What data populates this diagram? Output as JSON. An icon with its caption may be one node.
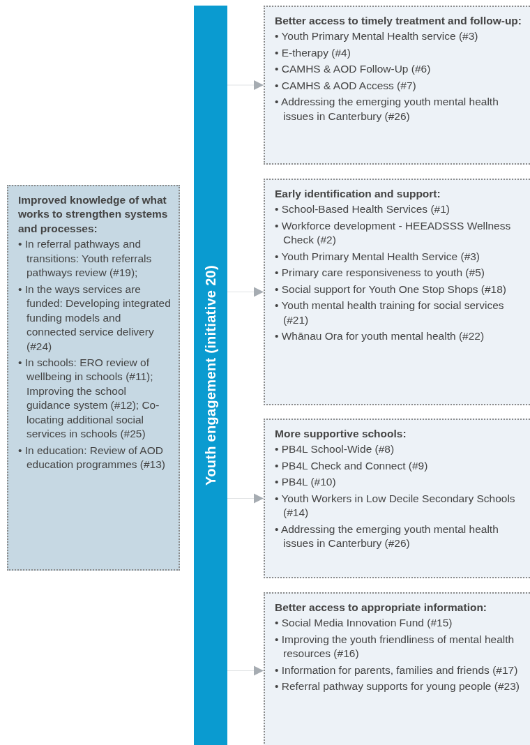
{
  "diagram": {
    "nodes": [
      {
        "text": [
          "Improved knowledge of what works to strengthen systems and processes:",
          "• In referral pathways and transitions: Youth referrals pathways review (#19);",
          "• In the ways services are funded: Developing integrated funding models and connected service delivery (#24)",
          "• In schools: ERO review of wellbeing in schools (#11); Improving the school guidance system (#12); Co-locating additional social services in schools (#25)",
          "• In education: Review of AOD education programmes (#13)"
        ]
      },
      {
        "text": [
          "Youth engagement (initiative 20)"
        ]
      },
      {
        "text": [
          "Better access to timely treatment and follow-up:",
          "• Youth Primary Mental Health service (#3)",
          "• E-therapy (#4)",
          "• CAMHS & AOD Follow-Up (#6)",
          "• CAMHS & AOD Access (#7)",
          "• Addressing the emerging youth mental health issues in Canterbury (#26)"
        ]
      },
      {
        "text": [
          "Early identification and support:",
          "• School-Based Health Services (#1)",
          "• Workforce development - HEEADSSS Wellness Check (#2)",
          "• Youth Primary Mental Health Service (#3)",
          "• Primary care responsiveness to youth (#5)",
          "• Social support for Youth One Stop Shops (#18)",
          "• Youth mental health training for social services (#21)",
          "• Whānau Ora for youth mental health (#22)"
        ]
      },
      {
        "text": [
          "More supportive schools:",
          "• PB4L School-Wide (#8)",
          "• PB4L Check and Connect (#9)",
          "• PB4L (#10)",
          "• Youth Workers in Low Decile Secondary Schools (#14)",
          "• Addressing the emerging youth mental health issues in Canterbury (#26)"
        ]
      },
      {
        "text": [
          "Better access to appropriate information:",
          "• Social Media Innovation Fund (#15)",
          "• Improving the youth friendliness of mental health resources (#16)",
          "• Information for parents, families and friends (#17)",
          "• Referral pathway supports for young people (#23)"
        ]
      }
    ],
    "edges": [
      {
        "from": 1,
        "to": 2,
        "arrow": "to"
      },
      {
        "from": 1,
        "to": 3,
        "arrow": "to"
      },
      {
        "from": 1,
        "to": 4,
        "arrow": "to"
      },
      {
        "from": 1,
        "to": 5,
        "arrow": "to"
      }
    ]
  }
}
